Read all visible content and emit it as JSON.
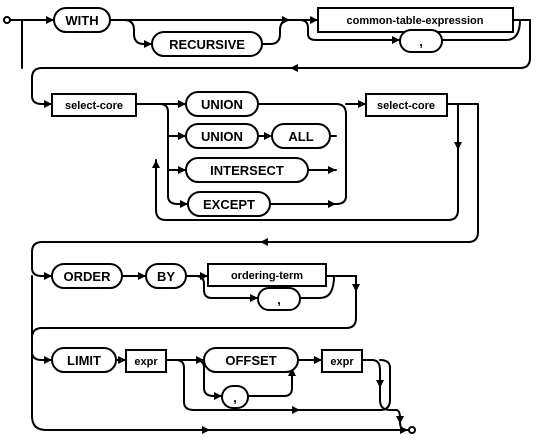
{
  "tokens": {
    "with": "WITH",
    "recursive": "RECURSIVE",
    "cte": "common-table-expression",
    "comma": ",",
    "select_core": "select-core",
    "union": "UNION",
    "all": "ALL",
    "intersect": "INTERSECT",
    "except": "EXCEPT",
    "order": "ORDER",
    "by": "BY",
    "ordering_term": "ordering-term",
    "limit": "LIMIT",
    "expr": "expr",
    "offset": "OFFSET"
  }
}
